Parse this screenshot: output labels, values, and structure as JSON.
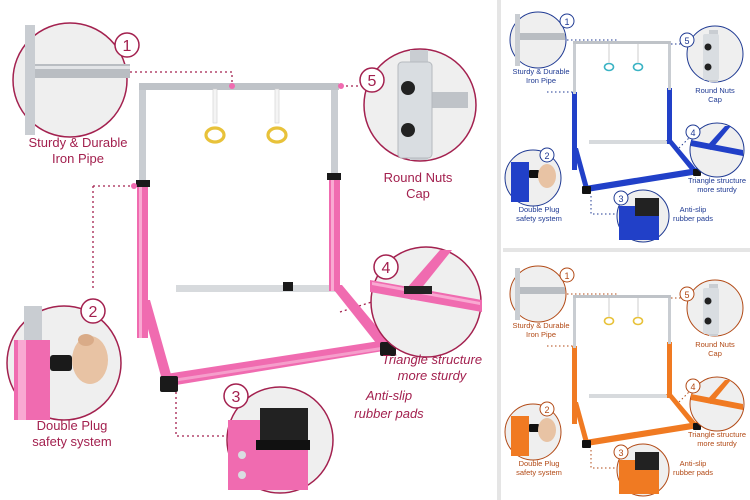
{
  "colors": {
    "label_magenta": "#a3214f",
    "label_blue": "#1f3a93",
    "label_orange": "#b24a16",
    "frame_pink": "#f06bb0",
    "frame_blue": "#2140c8",
    "frame_orange": "#f07a22",
    "steel": "#c9cdd2",
    "ring_yellow": "#e8c23a"
  },
  "icons": {
    "callout_circle": "magnifier-circle",
    "marker": "numbered-circle-badge"
  },
  "main": {
    "features": [
      {
        "num": "1",
        "line1": "Sturdy & Durable",
        "line2": "Iron Pipe"
      },
      {
        "num": "2",
        "line1": "Double Plug",
        "line2": "safety system"
      },
      {
        "num": "3",
        "line1": "Anti-slip",
        "line2": "rubber pads"
      },
      {
        "num": "4",
        "line1": "Triangle structure",
        "line2": "more sturdy"
      },
      {
        "num": "5",
        "line1": "Round Nuts",
        "line2": "Cap"
      }
    ]
  },
  "blue": {
    "features": [
      {
        "num": "1",
        "line1": "Sturdy & Durable",
        "line2": "Iron Pipe"
      },
      {
        "num": "2",
        "line1": "Double Plug",
        "line2": "safety system"
      },
      {
        "num": "3",
        "line1": "Anti-slip",
        "line2": "rubber pads"
      },
      {
        "num": "4",
        "line1": "Triangle structure",
        "line2": "more sturdy"
      },
      {
        "num": "5",
        "line1": "Round Nuts",
        "line2": "Cap"
      }
    ]
  },
  "orange": {
    "features": [
      {
        "num": "1",
        "line1": "Sturdy & Durable",
        "line2": "Iron Pipe"
      },
      {
        "num": "2",
        "line1": "Double Plug",
        "line2": "safety system"
      },
      {
        "num": "3",
        "line1": "Anti-slip",
        "line2": "rubber pads"
      },
      {
        "num": "4",
        "line1": "Triangle structure",
        "line2": "more sturdy"
      },
      {
        "num": "5",
        "line1": "Round Nuts",
        "line2": "Cap"
      }
    ]
  }
}
